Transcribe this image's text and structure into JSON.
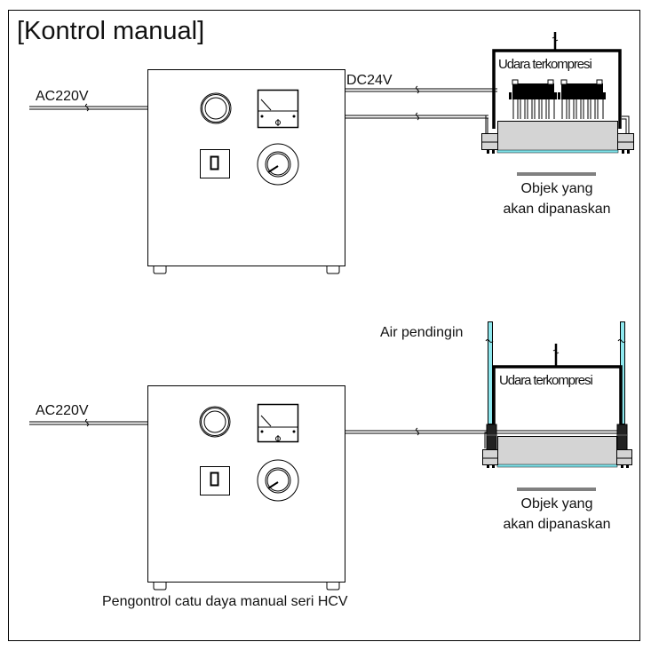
{
  "title": "[Kontrol manual]",
  "top": {
    "input_label": "AC220V",
    "output_label": "DC24V",
    "air_label": "Udara terkompresi",
    "object_label_line1": "Objek yang",
    "object_label_line2": "akan dipanaskan"
  },
  "bottom": {
    "input_label": "AC220V",
    "coolant_label": "Air pendingin",
    "air_label": "Udara terkompresi",
    "object_label_line1": "Objek yang",
    "object_label_line2": "akan dipanaskan",
    "caption": "Pengontrol catu daya manual seri HCV"
  },
  "colors": {
    "line": "#000000",
    "heater_body": "#d4d4d4",
    "coolant": "#8ee8ee",
    "heat_strip": "#7fe3ea"
  }
}
